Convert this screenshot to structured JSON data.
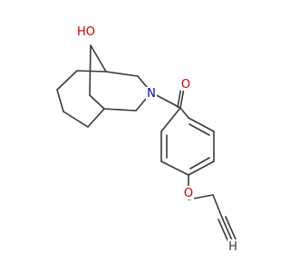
{
  "molecule": {
    "atoms": {
      "hydroxyl": {
        "label": "HO",
        "color": "#cc0000"
      },
      "nitrogen": {
        "label": "N",
        "color": "#0000cc"
      },
      "carbonyl_oxygen": {
        "label": "O",
        "color": "#cc0000"
      },
      "ether_oxygen": {
        "label": "O",
        "color": "#cc0000"
      },
      "alkyne_h": {
        "label": "H",
        "color": "#3a3a3a"
      }
    },
    "bond_color": "#3a3a3a"
  }
}
